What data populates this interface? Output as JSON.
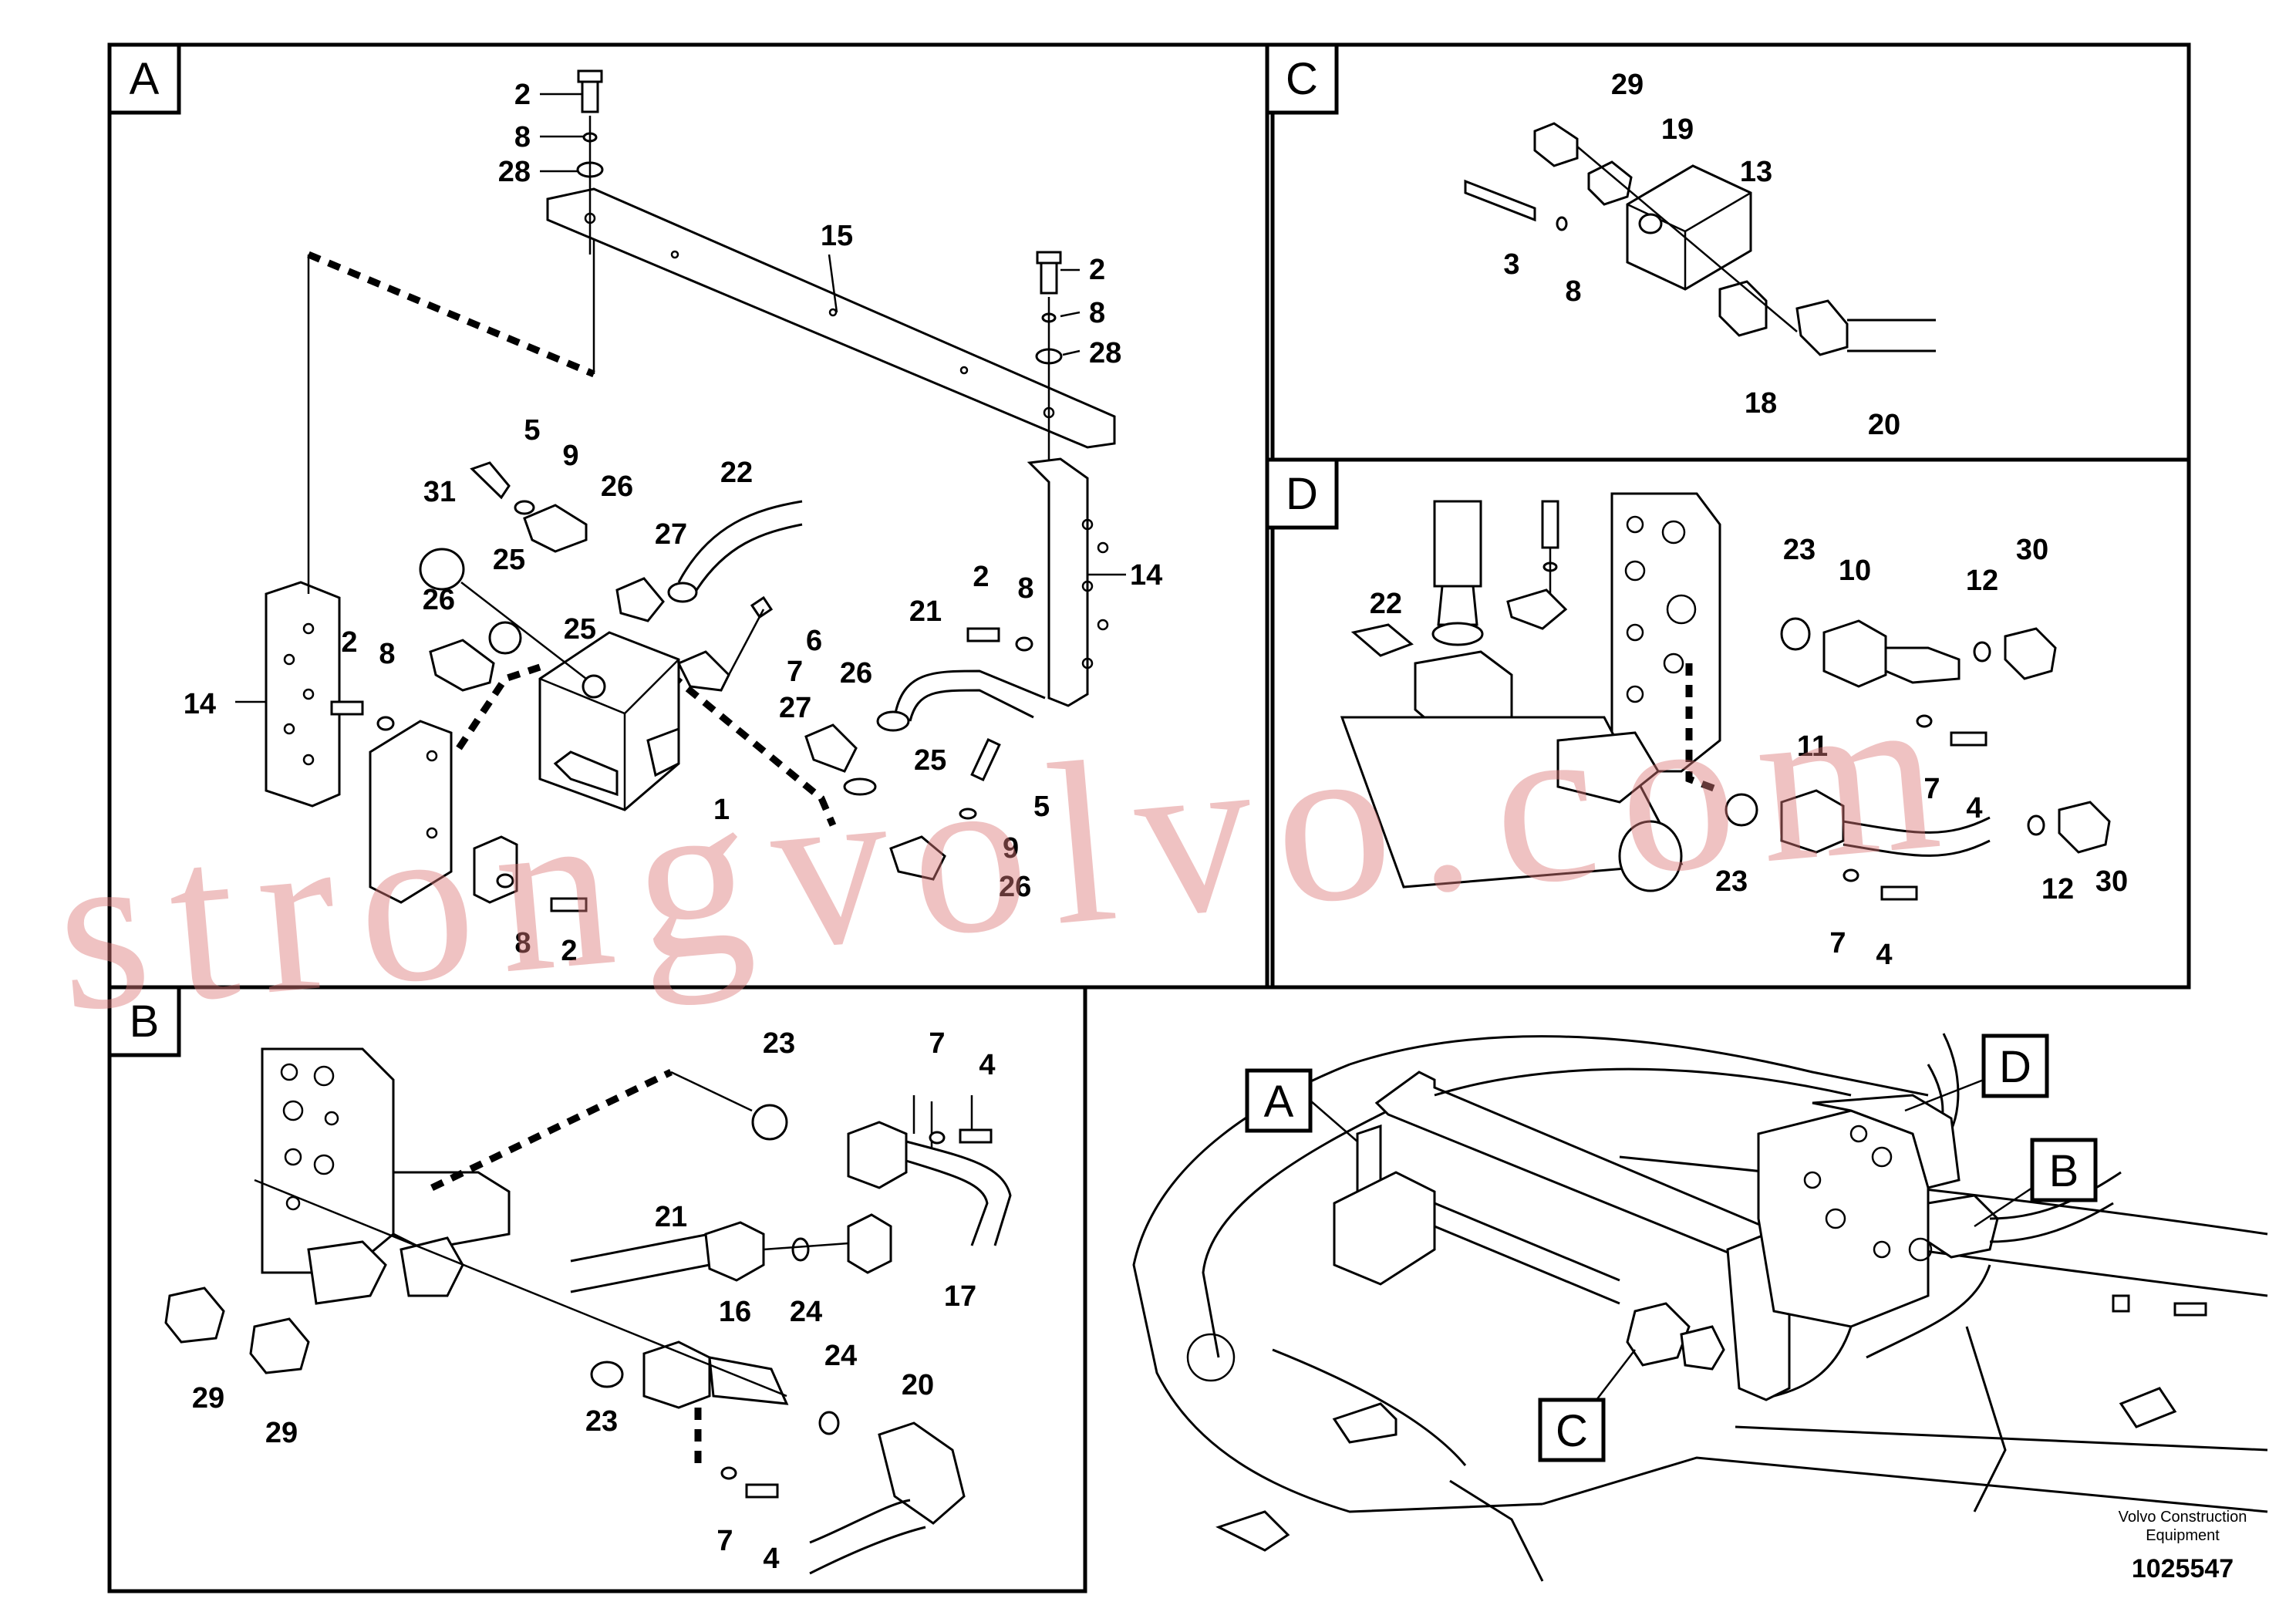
{
  "panels": {
    "A": {
      "letter": "A",
      "labels": [
        "2",
        "8",
        "28",
        "15",
        "2",
        "8",
        "28",
        "5",
        "9",
        "26",
        "31",
        "22",
        "27",
        "25",
        "25",
        "6",
        "7",
        "27",
        "21",
        "14",
        "26",
        "2",
        "8",
        "14",
        "2",
        "8",
        "26",
        "25",
        "1",
        "5",
        "9",
        "26",
        "8",
        "2"
      ]
    },
    "B": {
      "letter": "B",
      "labels": [
        "23",
        "7",
        "4",
        "21",
        "17",
        "16",
        "24",
        "24",
        "20",
        "23",
        "29",
        "29",
        "7",
        "4"
      ]
    },
    "C": {
      "letter": "C",
      "labels": [
        "29",
        "19",
        "13",
        "3",
        "8",
        "18",
        "20"
      ]
    },
    "D": {
      "letter": "D",
      "labels": [
        "22",
        "23",
        "10",
        "12",
        "30",
        "7",
        "4",
        "11",
        "23",
        "12",
        "30",
        "7",
        "4"
      ]
    }
  },
  "overview": {
    "callouts": [
      "A",
      "D",
      "B",
      "C"
    ]
  },
  "watermark": "strongvolvo.com",
  "footer": {
    "company_line1": "Volvo Construction",
    "company_line2": "Equipment",
    "doc_number": "1025547"
  }
}
